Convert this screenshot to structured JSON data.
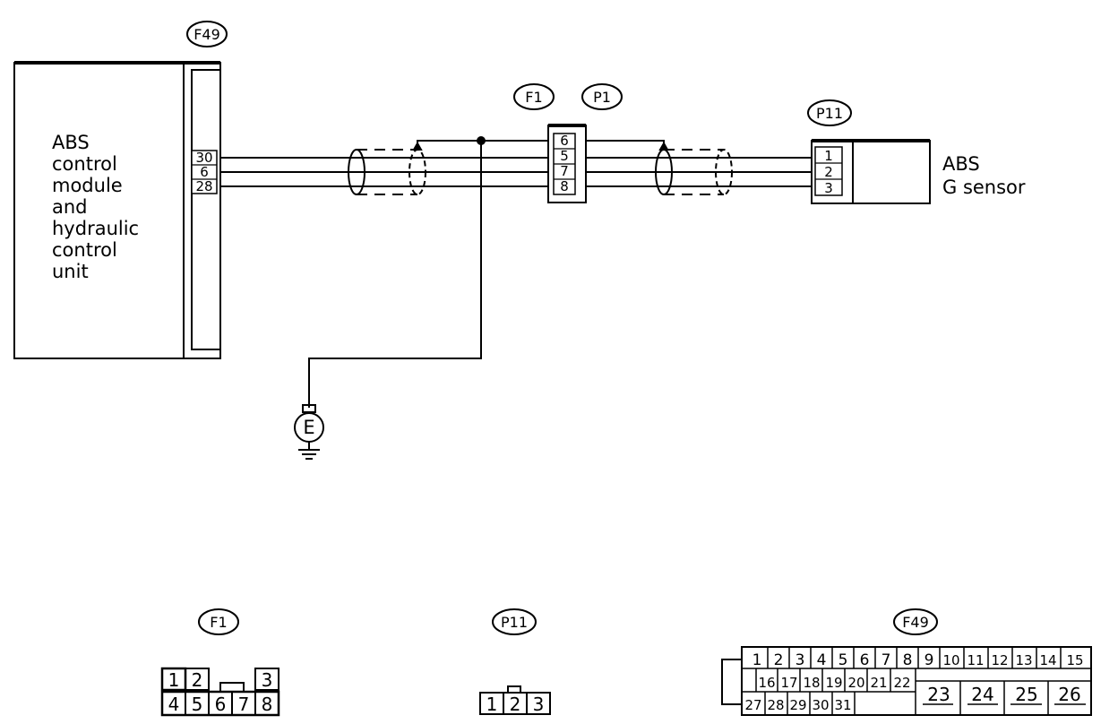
{
  "modules": {
    "abs_control": {
      "lines": [
        "ABS",
        "control",
        "module",
        "and",
        "hydraulic",
        "control",
        "unit"
      ],
      "connector_id": "F49",
      "pins": [
        "30",
        "6",
        "28"
      ]
    },
    "g_sensor": {
      "lines": [
        "ABS",
        "G sensor"
      ],
      "connector_id": "P11",
      "pins": [
        "1",
        "2",
        "3"
      ]
    }
  },
  "joint_connector": {
    "ids": [
      "F1",
      "P1"
    ],
    "pins": [
      "6",
      "5",
      "7",
      "8"
    ]
  },
  "ground": {
    "label": "E"
  },
  "connector_faces": {
    "f1": {
      "id": "F1",
      "top_row": [
        "1",
        "2",
        "3"
      ],
      "bottom_row": [
        "4",
        "5",
        "6",
        "7",
        "8"
      ]
    },
    "p11": {
      "id": "P11",
      "pins": [
        "1",
        "2",
        "3"
      ]
    },
    "f49": {
      "id": "F49",
      "row1": [
        "1",
        "2",
        "3",
        "4",
        "5",
        "6",
        "7",
        "8",
        "9",
        "10",
        "11",
        "12",
        "13",
        "14",
        "15"
      ],
      "row2": [
        "16",
        "17",
        "18",
        "19",
        "20",
        "21",
        "22"
      ],
      "row3": [
        "27",
        "28",
        "29",
        "30",
        "31"
      ],
      "large": [
        "23",
        "24",
        "25",
        "26"
      ]
    }
  }
}
